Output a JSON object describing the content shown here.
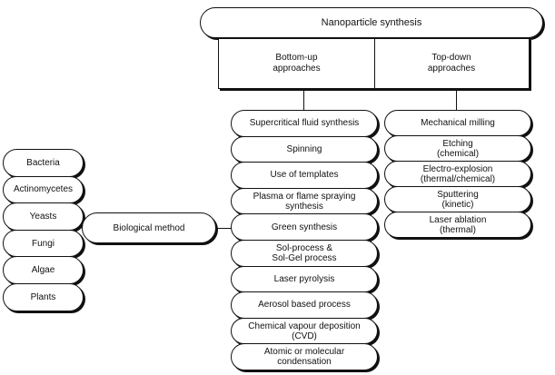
{
  "root": {
    "label": "Nanoparticle synthesis"
  },
  "approaches": {
    "bottom_up": "Bottom-up\napproaches",
    "top_down": "Top-down\napproaches"
  },
  "bottom_up_methods": [
    "Supercritical fluid synthesis",
    "Spinning",
    "Use of templates",
    "Plasma or flame spraying\nsynthesis",
    "Green synthesis",
    "Sol-process &\nSol-Gel process",
    "Laser pyrolysis",
    "Aerosol based process",
    "Chemical vapour deposition\n(CVD)",
    "Atomic or molecular\ncondensation"
  ],
  "top_down_methods": [
    "Mechanical milling",
    "Etching\n(chemical)",
    "Electro-explosion\n(thermal/chemical)",
    "Sputtering\n(kinetic)",
    "Laser ablation\n(thermal)"
  ],
  "biological": {
    "label": "Biological method",
    "sources": [
      "Bacteria",
      "Actinomycetes",
      "Yeasts",
      "Fungi",
      "Algae",
      "Plants"
    ]
  }
}
